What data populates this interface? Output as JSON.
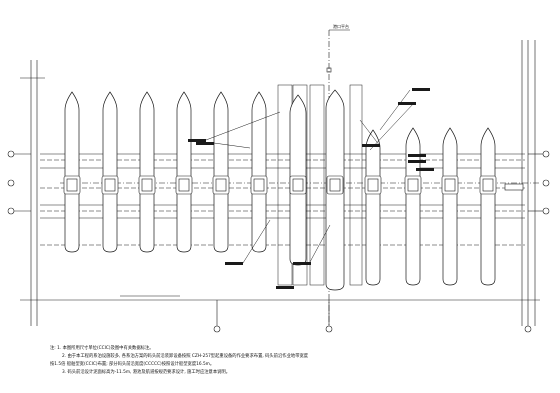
{
  "drawing": {
    "top_label": "港口平台",
    "notes": [
      "注: 1. 本图所用尺寸单位(CCIC)及图中有关数据标注。",
      "2. 由于本工程的系泊设施较多, 各系泊方案的码头前沿装卸设备按照 CZH-257型起重设备的作业要求布置, 码头前沿作业地带宽度",
      "按1.5倍 船舶型宽(CCIC)布置; 部分码头前沿宽度(CCCCC)按照设计船型宽度16.5m。",
      "3. 码头前沿设计泥面标高为-11.5m, 港池及航道按规范要求设计, 施工时应注意本说明。"
    ]
  },
  "colors": {
    "line": "#1a1a1a",
    "background": "#ffffff"
  }
}
